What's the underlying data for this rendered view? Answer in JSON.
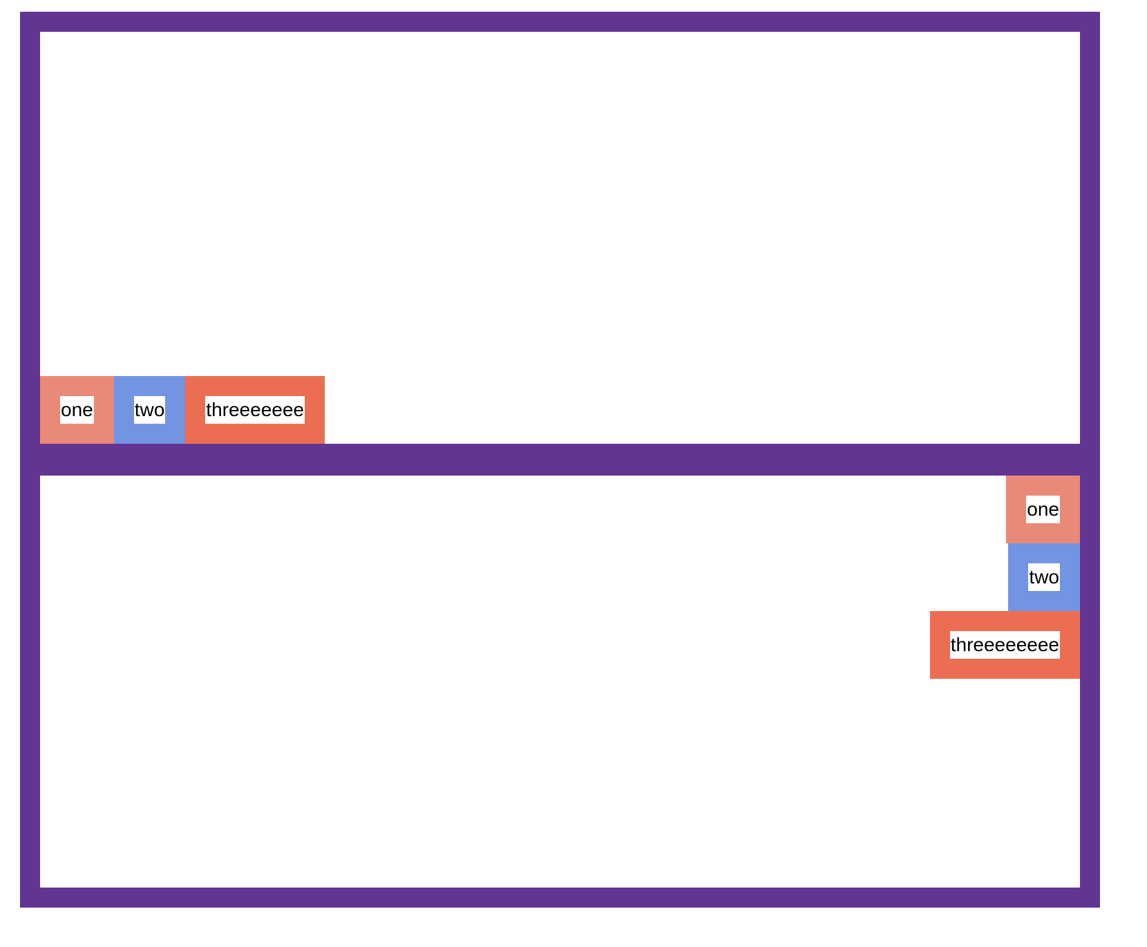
{
  "colors": {
    "container_border": "#623593",
    "container_background": "#ffffff",
    "item_one": "#E98A78",
    "item_two": "#7394E3",
    "item_three": "#EC6E52",
    "label_background": "#ffffff"
  },
  "container_a": {
    "flex_direction": "row",
    "alignment": "bottom-left",
    "items": [
      {
        "label": "one"
      },
      {
        "label": "two"
      },
      {
        "label": "threeeeeee"
      }
    ]
  },
  "container_b": {
    "flex_direction": "column",
    "alignment": "top-right",
    "items": [
      {
        "label": "one"
      },
      {
        "label": "two"
      },
      {
        "label": "threeeeeeee"
      }
    ]
  }
}
